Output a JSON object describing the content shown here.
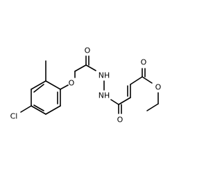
{
  "molecule": {
    "atoms": {
      "chlorine": "Cl",
      "ether_oxygen": "O",
      "amide_oxygen_1": "O",
      "amide_oxygen_2": "O",
      "hydrazide_n1": "NH",
      "hydrazide_n2": "NH",
      "ester_carbonyl_oxygen": "O",
      "ester_oxygen": "O"
    }
  },
  "colors": {
    "bond": "#000000",
    "label": "#000000",
    "background": "#ffffff"
  }
}
